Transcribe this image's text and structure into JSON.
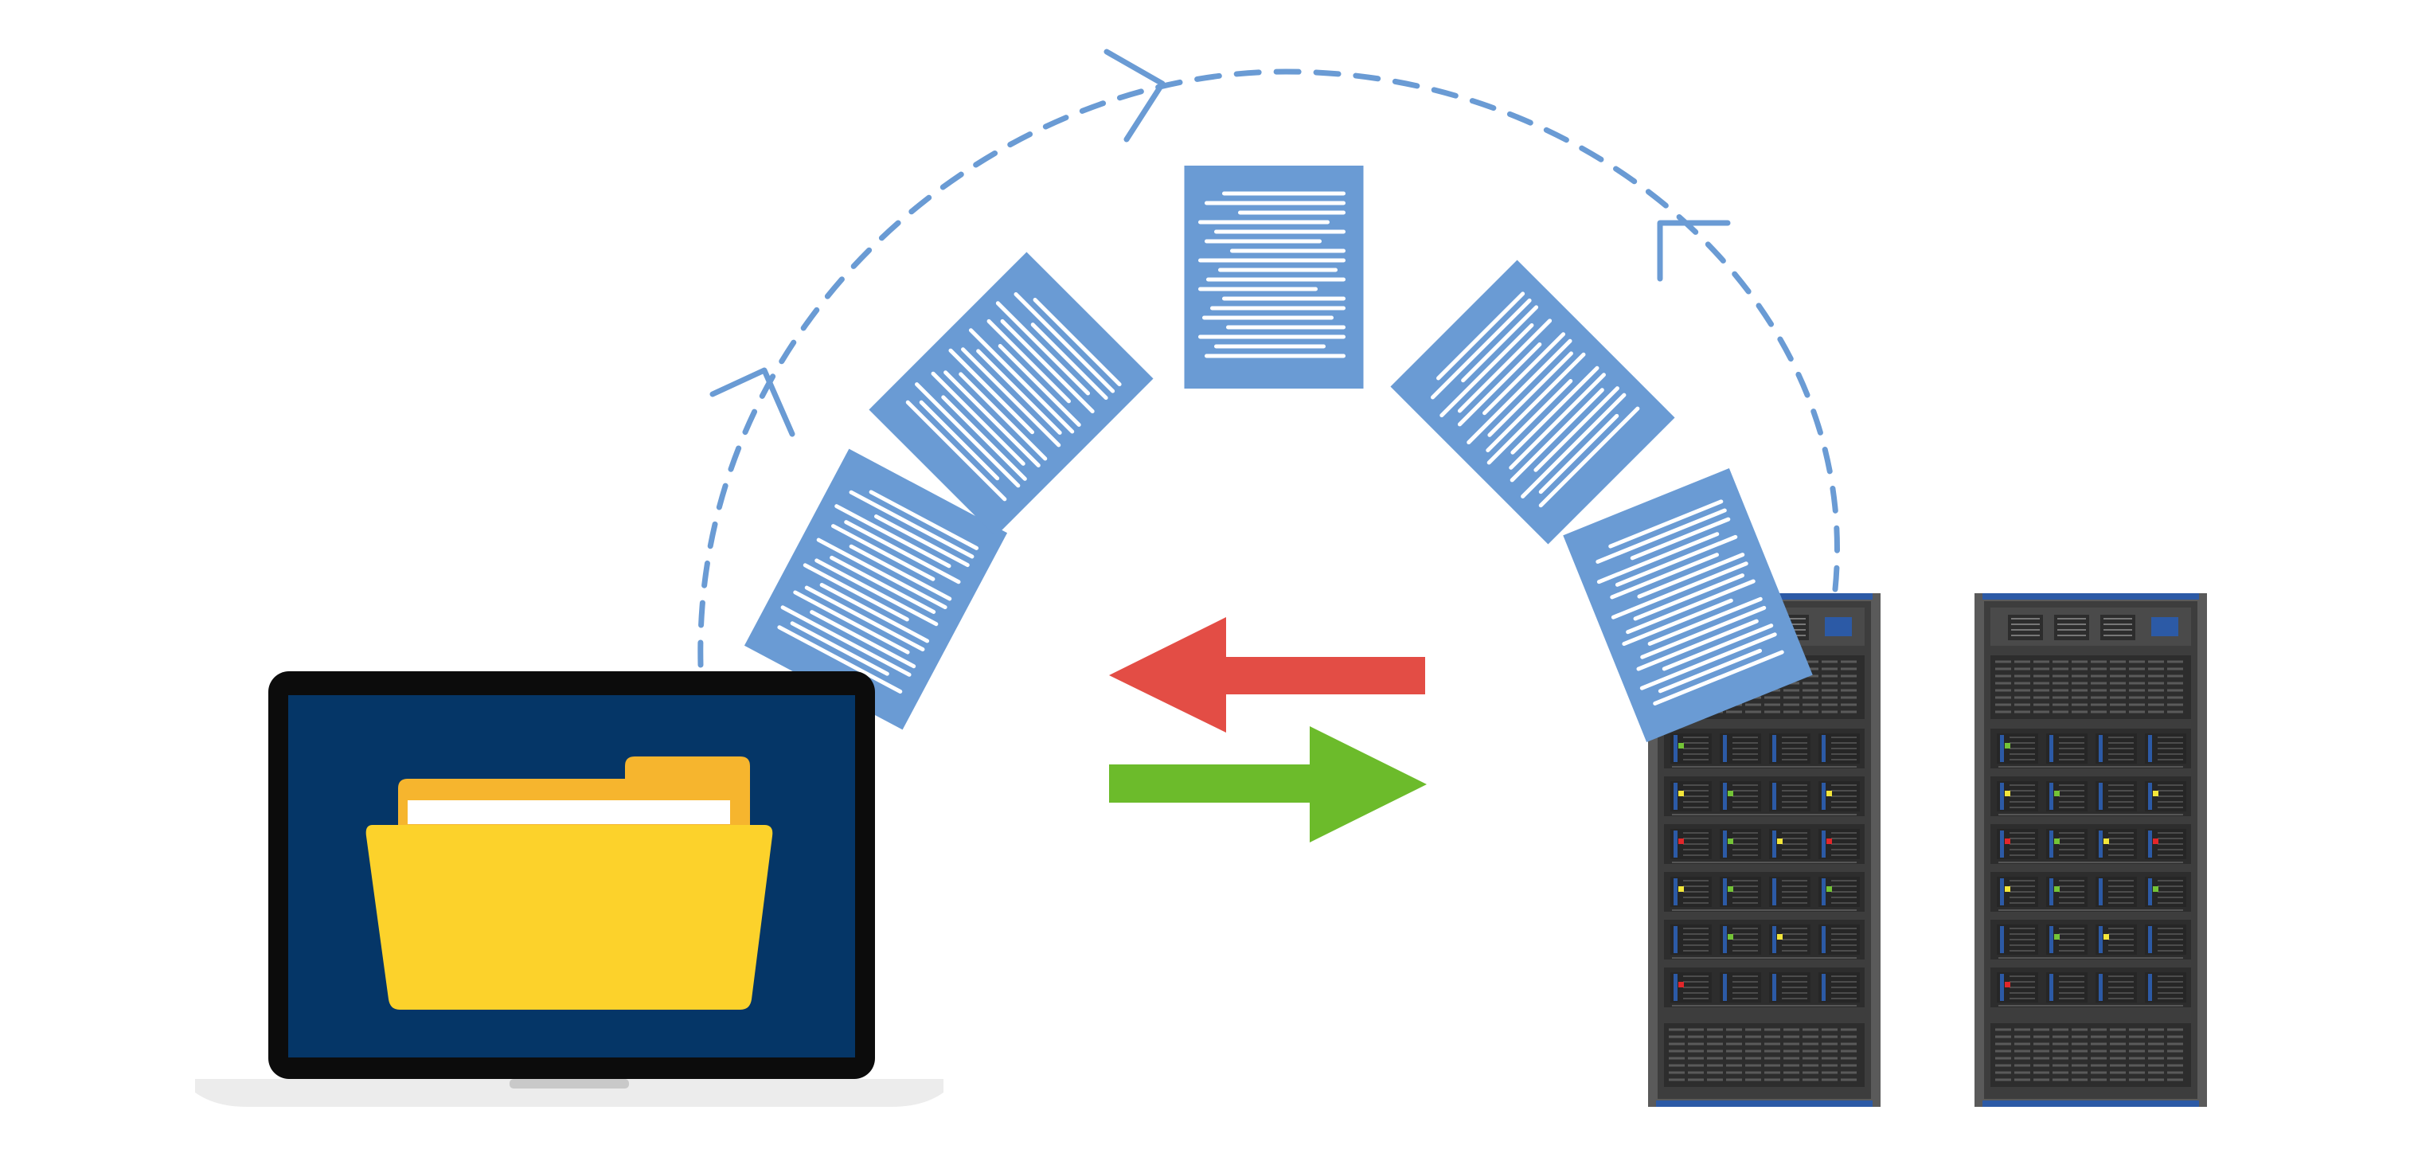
{
  "colors": {
    "background": "#ffffff",
    "arc": "#6a9bd4",
    "document": "#6a9bd4",
    "document_lines": "#ffffff",
    "arrow_download": "#e34d45",
    "arrow_upload": "#6cbb2b",
    "laptop_bezel": "#0c0c0c",
    "laptop_screen": "#053667",
    "laptop_base": "#ececec",
    "folder_front": "#fcd22b",
    "folder_back": "#f6b52e",
    "folder_paper": "#ffffff",
    "server_body": "#5a5a5a",
    "server_panel": "#2d2d2d",
    "server_trim": "#2c5aa6",
    "led_green": "#74c437",
    "led_yellow": "#f3e63a",
    "led_red": "#e2262a"
  },
  "icons": {
    "laptop": "laptop-icon",
    "folder": "folder-icon",
    "document": "document-icon",
    "server": "server-rack-icon",
    "arrow_left": "arrow-left-icon",
    "arrow_right": "arrow-right-icon",
    "arc_arrowhead": "chevron-icon"
  },
  "diagram": {
    "documents_in_transit": 5,
    "server_racks": 2,
    "rack_units_per_server": 6
  }
}
